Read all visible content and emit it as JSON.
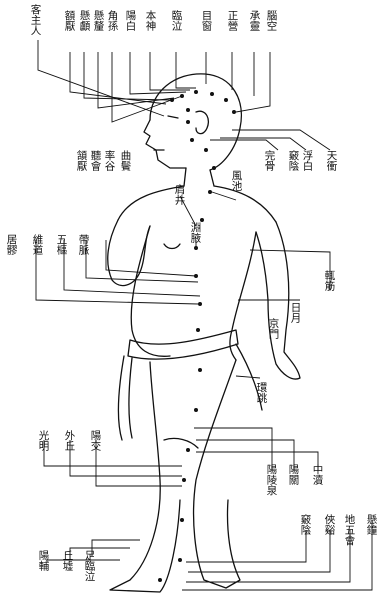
{
  "diagram": {
    "labels_top": [
      "客主人",
      "額厭",
      "懸顱",
      "懸釐",
      "角孫",
      "陽白",
      "本神",
      "臨泣",
      "目窗",
      "正營",
      "承靈",
      "腦空"
    ],
    "labels_right_head": [
      "風池",
      "完骨",
      "竅陰",
      "浮白",
      "天衝"
    ],
    "labels_left_face": [
      "曲鬢",
      "率谷",
      "聽會",
      "頷厭"
    ],
    "labels_trunk_left": [
      "居髎",
      "維道",
      "五樞",
      "帶脈"
    ],
    "labels_trunk_center": [
      "肩井",
      "淵腋",
      "輒筋"
    ],
    "labels_trunk_right": [
      "日月",
      "京門"
    ],
    "labels_hip": [
      "環跳"
    ],
    "labels_leg_left": [
      "光明",
      "外丘",
      "陽交"
    ],
    "labels_leg_right": [
      "中瀆",
      "陽關",
      "陽陵泉"
    ],
    "labels_foot_right": [
      "懸鐘",
      "地五會",
      "俠谿",
      "竅陰"
    ],
    "labels_foot_left": [
      "陽輔",
      "丘墟",
      "足臨泣"
    ]
  }
}
